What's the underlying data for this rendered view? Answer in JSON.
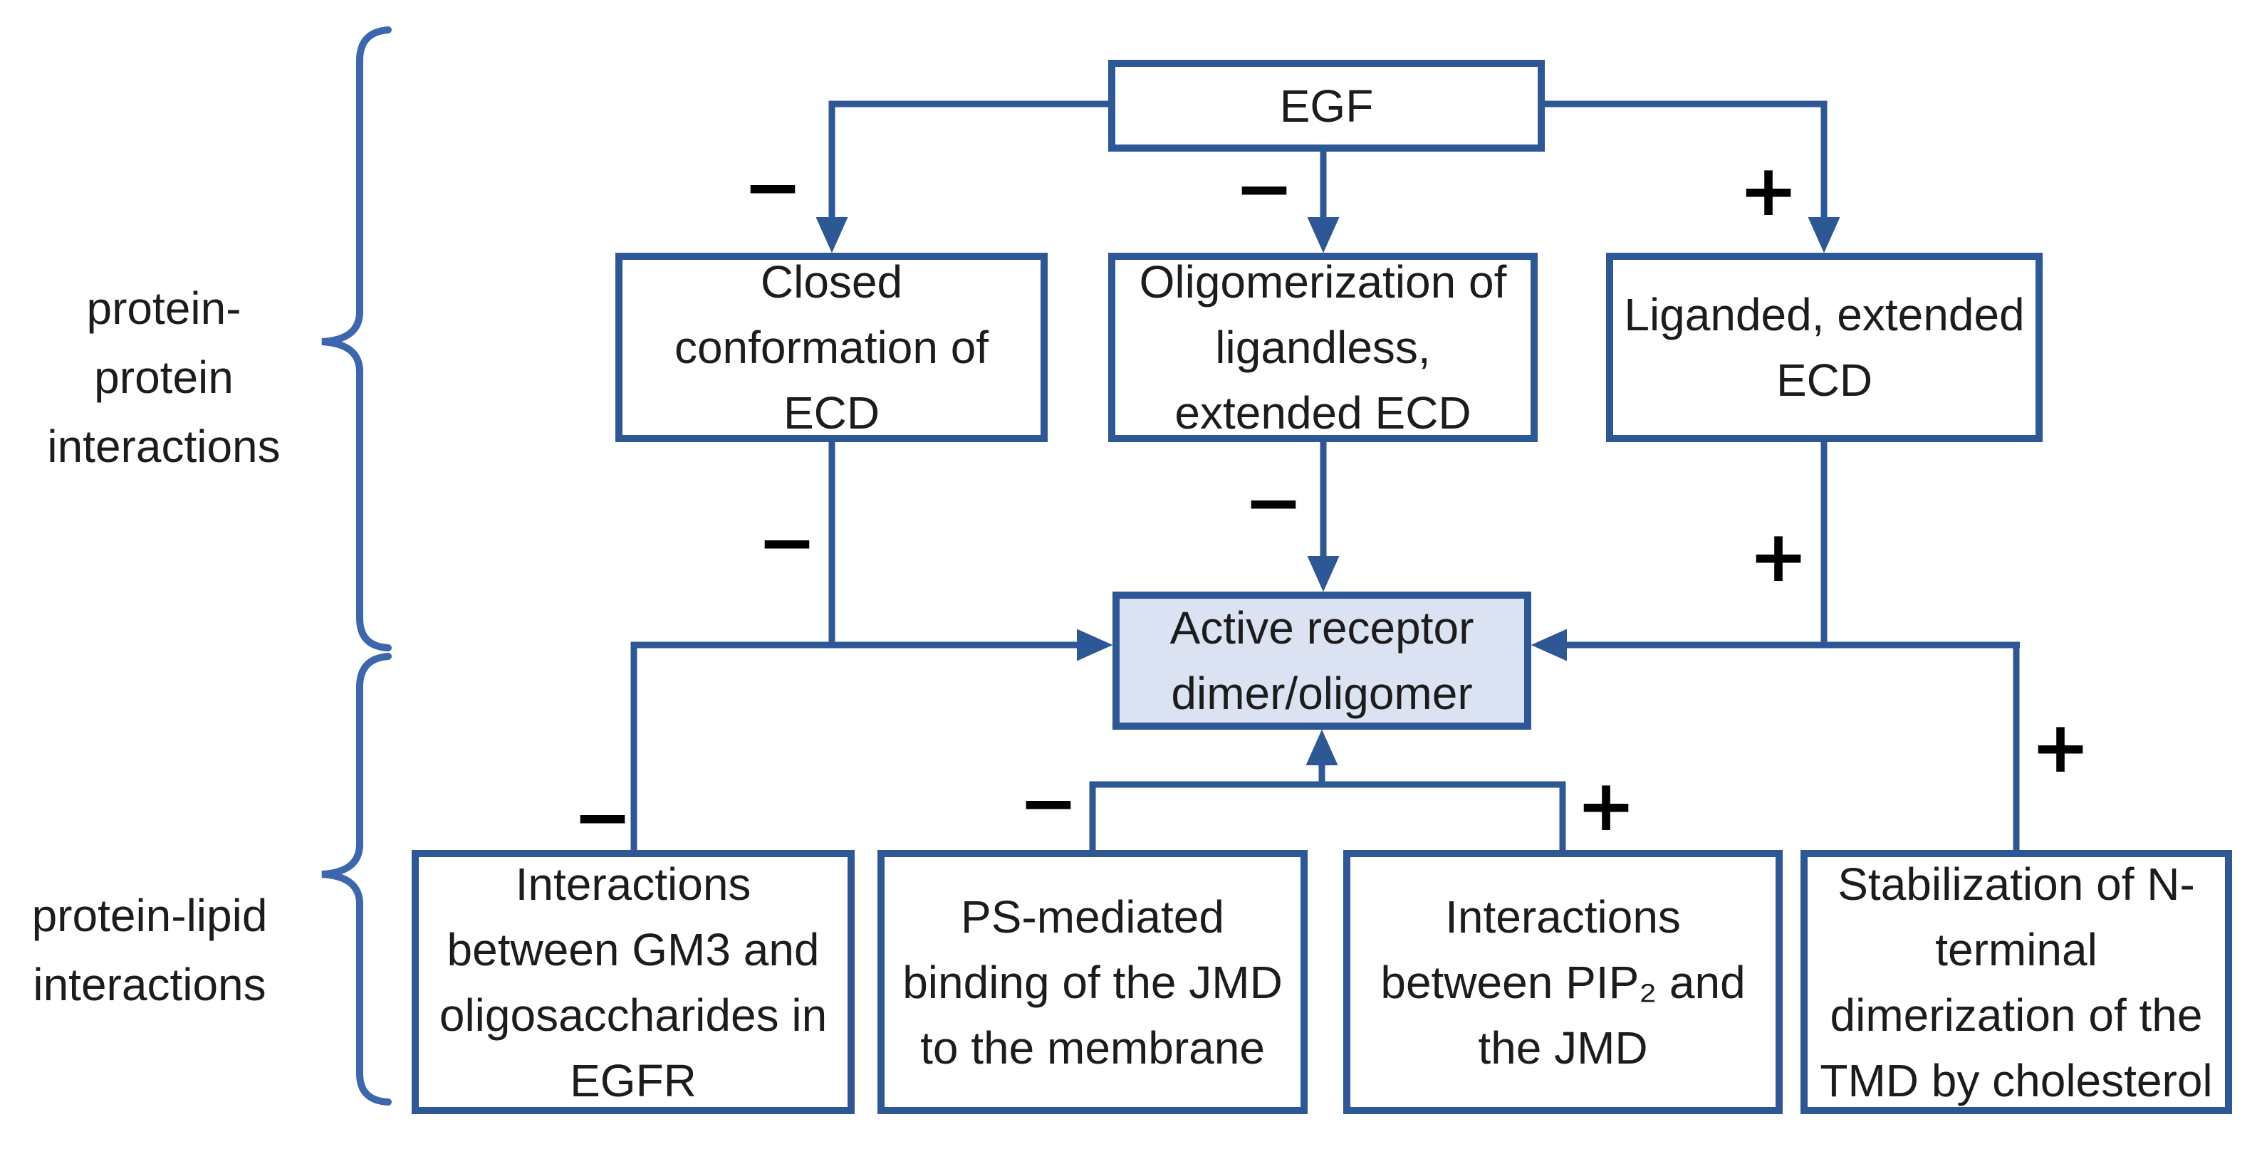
{
  "colors": {
    "line": "#2e5796",
    "brace": "#3c66ae",
    "fill_active": "#dbe3f3",
    "fill_box": "#ffffff",
    "text": "#1c1c1c",
    "sign": "#000000",
    "bg": "#ffffff"
  },
  "groups": {
    "protein_protein": {
      "label_lines": [
        "protein-protein",
        "interactions"
      ]
    },
    "protein_lipid": {
      "label_lines": [
        "protein-lipid",
        "interactions"
      ]
    }
  },
  "nodes": {
    "egf": {
      "lines": [
        "EGF"
      ]
    },
    "closed_ecd": {
      "lines": [
        "Closed",
        "conformation of",
        "ECD"
      ]
    },
    "oligomerization": {
      "lines": [
        "Oligomerization of",
        "ligandless,",
        "extended ECD"
      ]
    },
    "liganded_ecd": {
      "lines": [
        "Liganded, extended",
        "ECD"
      ]
    },
    "active_dimer": {
      "lines": [
        "Active receptor",
        "dimer/oligomer"
      ]
    },
    "gm3": {
      "lines": [
        "Interactions",
        "between GM3 and",
        "oligosaccharides in",
        "EGFR"
      ]
    },
    "ps_jmd": {
      "lines": [
        "PS-mediated",
        "binding of the JMD",
        "to the membrane"
      ]
    },
    "pip2_jmd": {
      "lines": [
        "Interactions",
        "between PIP₂ and",
        "the JMD"
      ]
    },
    "cholesterol": {
      "lines": [
        "Stabilization of N-",
        "terminal",
        "dimerization of the",
        "TMD by cholesterol"
      ]
    }
  },
  "signs": {
    "egf_to_closed": "−",
    "egf_to_oligo": "−",
    "egf_to_liganded": "+",
    "closed_to_active": "−",
    "oligo_to_active": "−",
    "liganded_to_active": "+",
    "gm3_to_active": "−",
    "ps_to_active": "−",
    "pip2_to_active": "+",
    "chol_to_active": "+"
  }
}
